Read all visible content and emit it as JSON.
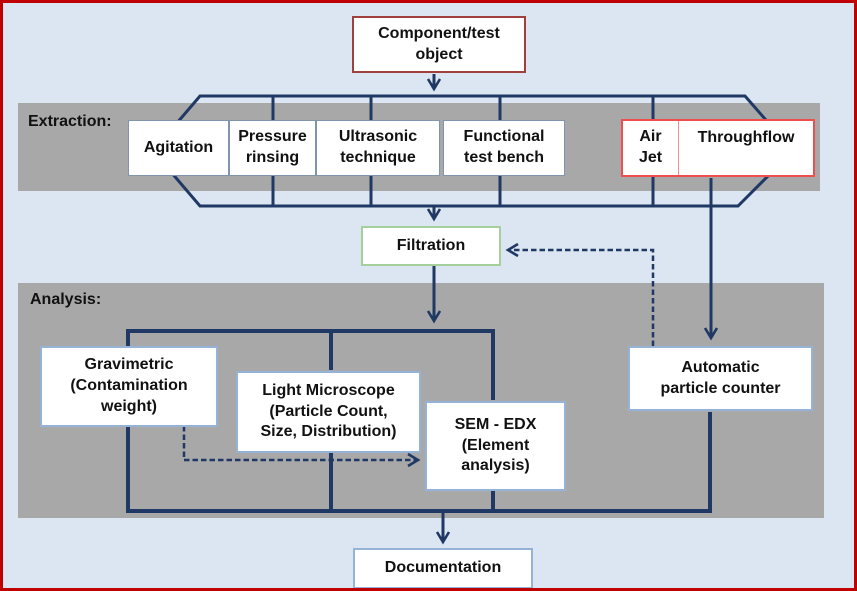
{
  "component_box": {
    "lines": [
      "Component/test",
      "object"
    ]
  },
  "extraction": {
    "label": "Extraction:",
    "boxes": {
      "agitation": {
        "lines": [
          "Agitation"
        ]
      },
      "pressure": {
        "lines": [
          "Pressure",
          "rinsing"
        ]
      },
      "ultrasonic": {
        "lines": [
          "Ultrasonic",
          "technique"
        ]
      },
      "functional": {
        "lines": [
          "Functional",
          "test bench"
        ]
      },
      "air_jet": {
        "lines": [
          "Air",
          "Jet"
        ]
      },
      "throughflow": {
        "lines": [
          "Throughflow"
        ]
      }
    }
  },
  "filtration": {
    "label": "Filtration"
  },
  "analysis": {
    "label": "Analysis:",
    "boxes": {
      "gravimetric": {
        "lines": [
          "Gravimetric",
          "(Contamination",
          "weight)"
        ]
      },
      "light_microscope": {
        "lines": [
          "Light Microscope",
          "(Particle Count,",
          "Size, Distribution)"
        ]
      },
      "sem_edx": {
        "lines": [
          "SEM - EDX",
          "(Element",
          "analysis)"
        ]
      },
      "particle_counter": {
        "lines": [
          "Automatic",
          "particle counter"
        ]
      }
    }
  },
  "documentation": {
    "label": "Documentation"
  },
  "colors": {
    "background": "#dce6f2",
    "outer_border": "#c00000",
    "band_gray": "#a8a8a8",
    "flow_line_navy": "#1f3864",
    "component_border": "#9f403c",
    "air_jet_border": "#ee4f4d",
    "filtration_border": "#a5cf9b",
    "analysis_box_border": "#95b3d7",
    "extraction_box_border": "#8094ae"
  }
}
